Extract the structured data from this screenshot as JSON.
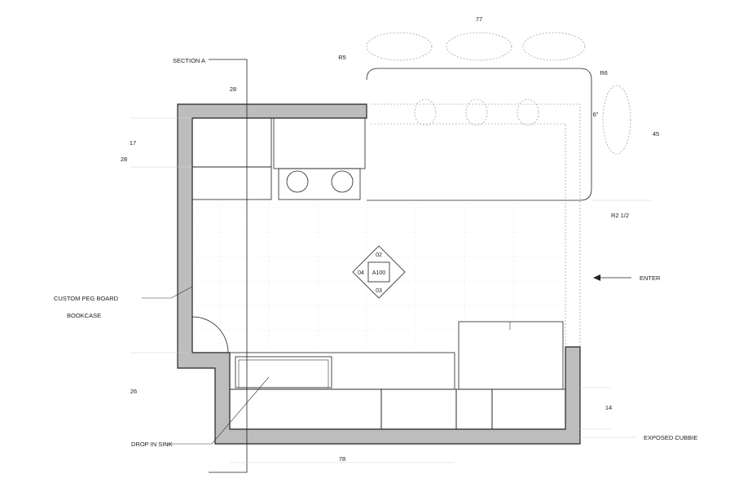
{
  "labels": {
    "section": "SECTION A",
    "peg_board": "CUSTOM PEG BOARD",
    "bookcase": "BOOKCASE",
    "sink": "DROP IN SINK",
    "enter": "ENTER",
    "cubbie": "EXPOSED CUBBIE"
  },
  "dimensions": {
    "top_width": "77",
    "radius_left": "R5",
    "radius_right": "R6",
    "depth_6": "6\"",
    "height_45": "45",
    "radius_corner": "R2 1/2",
    "section_28": "28",
    "left_17": "17",
    "left_28": "28",
    "left_26": "26",
    "right_14": "14",
    "bottom_78": "78"
  },
  "elevation_tag": {
    "center": "A100",
    "top": "02",
    "left": "04",
    "bottom": "03"
  }
}
